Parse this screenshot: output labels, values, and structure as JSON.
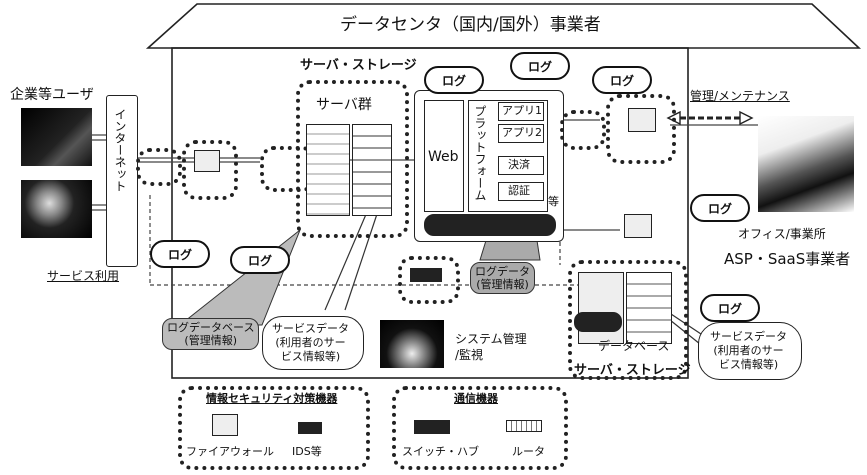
{
  "header": {
    "title": "データセンタ（国内/国外）事業者"
  },
  "left": {
    "users_label": "企業等ユーザ",
    "internet_label": "インターネット",
    "service_use_label": "サービス利用"
  },
  "center": {
    "server_storage_top": "サーバ・ストレージ",
    "server_group": "サーバ群",
    "web": "Web",
    "platform": "プラットフォーム",
    "app1": "アプリ1",
    "app2": "アプリ2",
    "settlement": "決済",
    "auth": "認証",
    "etc": "等",
    "log_labels": [
      "ログ",
      "ログ",
      "ログ",
      "ログ",
      "ログ",
      "ログ",
      "ログ"
    ],
    "service_data_mid": [
      "サービスデータ",
      "(利用者のサー",
      "ビス情報等)"
    ],
    "system_mgmt": [
      "システム管理",
      "/監視"
    ],
    "database": "データベース",
    "server_storage_bottom": "サーバ・ストレージ",
    "service_data_right": [
      "サービスデータ",
      "(利用者のサー",
      "ビス情報等)"
    ],
    "hatched_left": [
      "ログデータベース",
      "(管理情報)"
    ],
    "hatched_center": [
      "ログデータ",
      "(管理情報)"
    ]
  },
  "right": {
    "maintenance": "管理/メンテナンス",
    "office": "オフィス/事業所",
    "asp": "ASP・SaaS事業者"
  },
  "legend": {
    "security_title": "情報セキュリティ対策機器",
    "firewall": "ファイアウォール",
    "ids": "IDS等",
    "comm_title": "通信機器",
    "switch_hub": "スイッチ・ハブ",
    "router": "ルータ"
  }
}
